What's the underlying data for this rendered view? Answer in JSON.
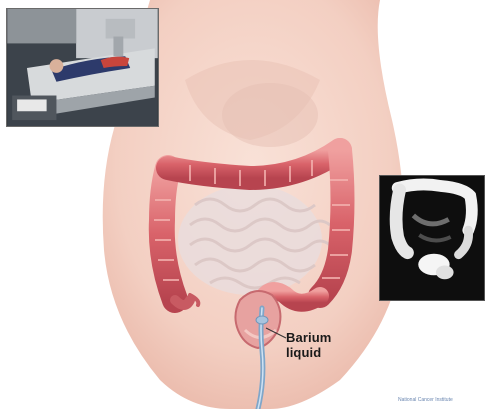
{
  "figure": {
    "label_line1": "Barium",
    "label_line2": "liquid",
    "credit": "National Cancer Institute"
  },
  "colors": {
    "skin": "#f3cfc2",
    "colon": "#d9636a",
    "colon_highlight": "#f1a3a2",
    "small_intestine": "#eadddd",
    "tube": "#7fa6c9"
  },
  "icons": {
    "patient_photo": "xray-table-photo",
    "xray_image": "barium-enema-xray",
    "tube": "rectal-tube"
  }
}
